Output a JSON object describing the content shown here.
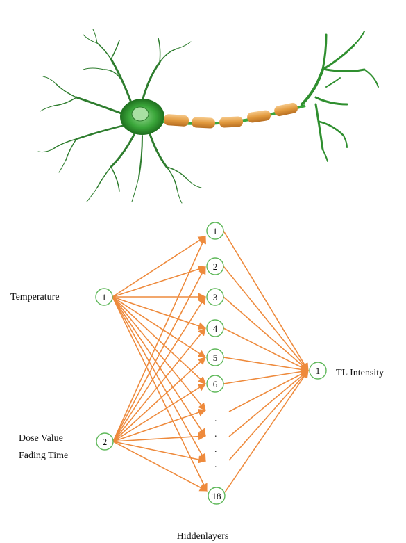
{
  "neuron_illustration": {
    "soma_color": "#3aa63a",
    "dendrite_color": "#2e7d2e",
    "myelin_color": "#e8a44a",
    "terminal_color": "#2f8f2f"
  },
  "network": {
    "edge_color": "#ee8a3c",
    "node_stroke_color": "#5fb85a",
    "inputs": [
      {
        "number": "1",
        "label": "Temperature"
      },
      {
        "number": "2",
        "label_line1": "Dose Value",
        "label_line2": "Fading Time"
      }
    ],
    "hidden_nodes": [
      "1",
      "2",
      "3",
      "4",
      "5",
      "6",
      "18"
    ],
    "hidden_ellipsis": ".",
    "output": {
      "number": "1",
      "label": "TL Intensity"
    },
    "caption": "Hiddenlayers"
  }
}
